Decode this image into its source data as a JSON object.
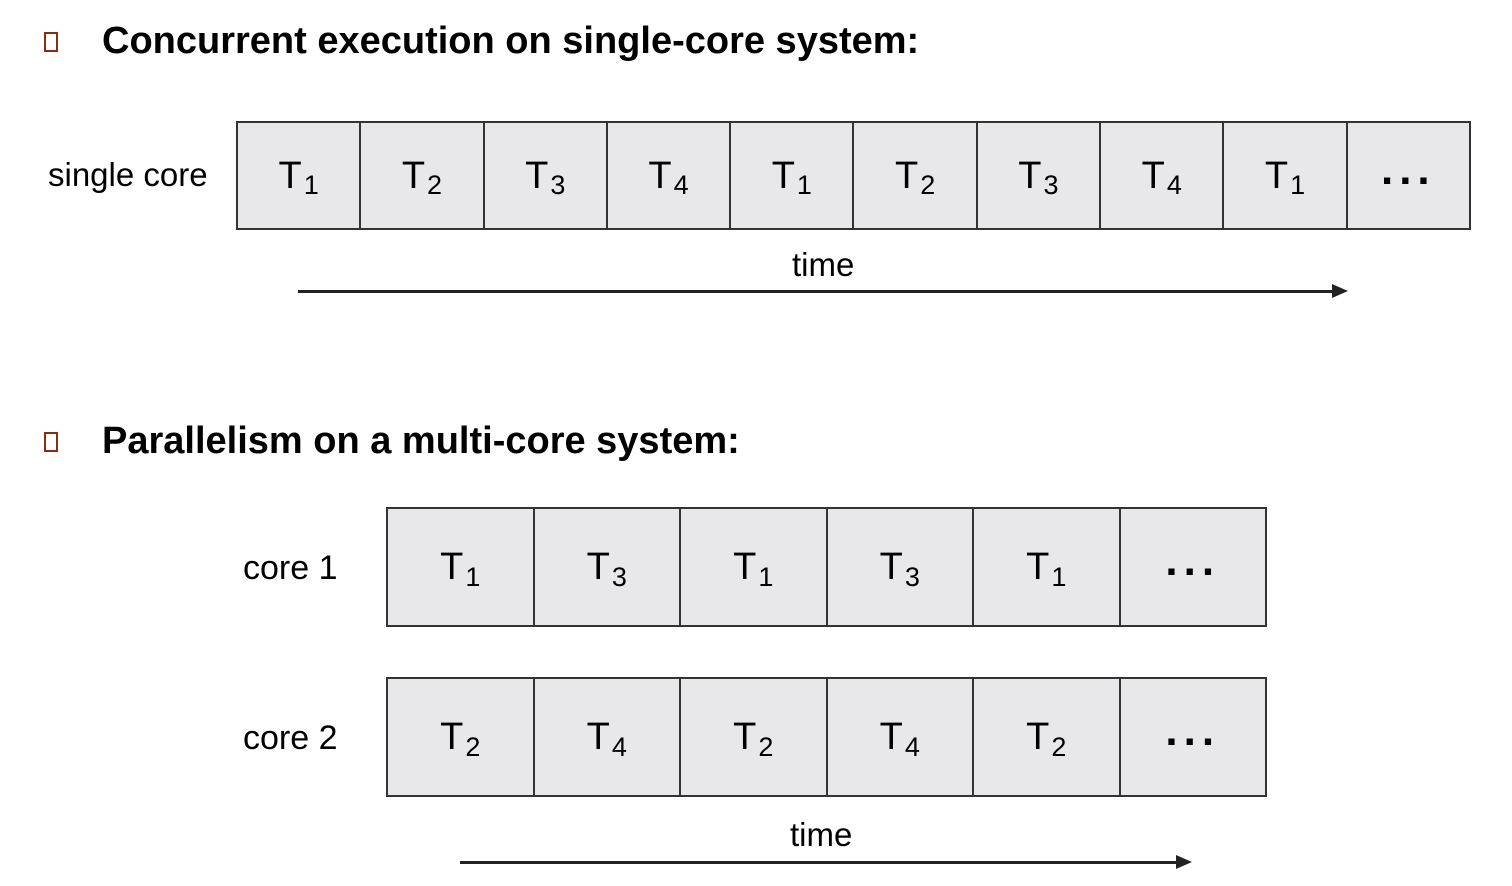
{
  "section1": {
    "heading": "Concurrent execution on single-core system:",
    "rows": [
      {
        "label": "single core",
        "cells": [
          {
            "main": "T",
            "sub": "1"
          },
          {
            "main": "T",
            "sub": "2"
          },
          {
            "main": "T",
            "sub": "3"
          },
          {
            "main": "T",
            "sub": "4"
          },
          {
            "main": "T",
            "sub": "1"
          },
          {
            "main": "T",
            "sub": "2"
          },
          {
            "main": "T",
            "sub": "3"
          },
          {
            "main": "T",
            "sub": "4"
          },
          {
            "main": "T",
            "sub": "1"
          },
          {
            "main": "...",
            "sub": ""
          }
        ]
      }
    ],
    "time_label": "time"
  },
  "section2": {
    "heading": "Parallelism on a multi-core system:",
    "rows": [
      {
        "label": "core 1",
        "cells": [
          {
            "main": "T",
            "sub": "1"
          },
          {
            "main": "T",
            "sub": "3"
          },
          {
            "main": "T",
            "sub": "1"
          },
          {
            "main": "T",
            "sub": "3"
          },
          {
            "main": "T",
            "sub": "1"
          },
          {
            "main": "...",
            "sub": ""
          }
        ]
      },
      {
        "label": "core 2",
        "cells": [
          {
            "main": "T",
            "sub": "2"
          },
          {
            "main": "T",
            "sub": "4"
          },
          {
            "main": "T",
            "sub": "2"
          },
          {
            "main": "T",
            "sub": "4"
          },
          {
            "main": "T",
            "sub": "2"
          },
          {
            "main": "...",
            "sub": ""
          }
        ]
      }
    ],
    "time_label": "time"
  },
  "colors": {
    "bullet": "#8a2e0e",
    "cell_fill": "#e8e8ea",
    "cell_border": "#333333"
  }
}
